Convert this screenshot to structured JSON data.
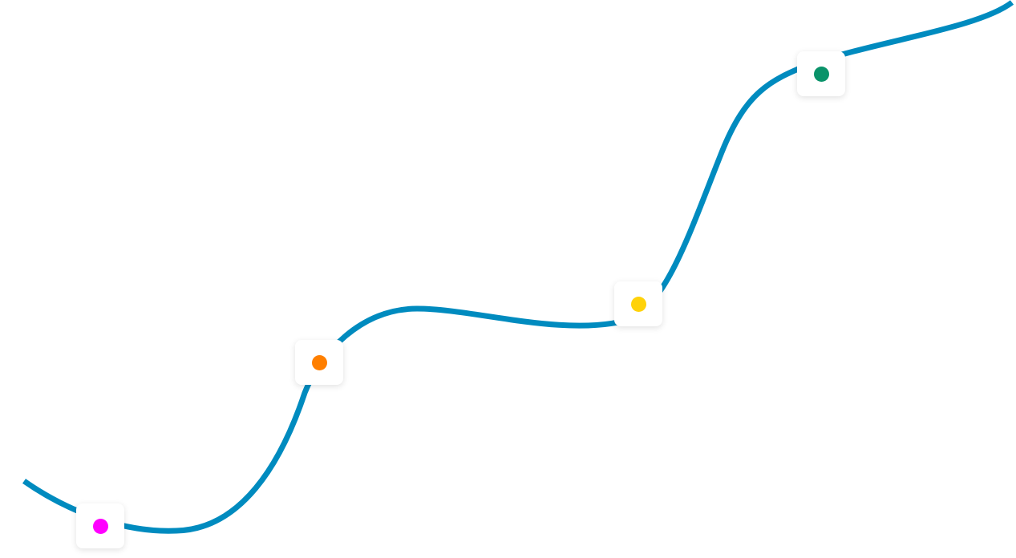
{
  "curve": {
    "color": "#008bbf"
  },
  "markers": [
    {
      "name": "magenta",
      "color": "#ff00ff"
    },
    {
      "name": "orange",
      "color": "#ff7f00"
    },
    {
      "name": "yellow",
      "color": "#ffd20a"
    },
    {
      "name": "green",
      "color": "#0a936a"
    }
  ]
}
